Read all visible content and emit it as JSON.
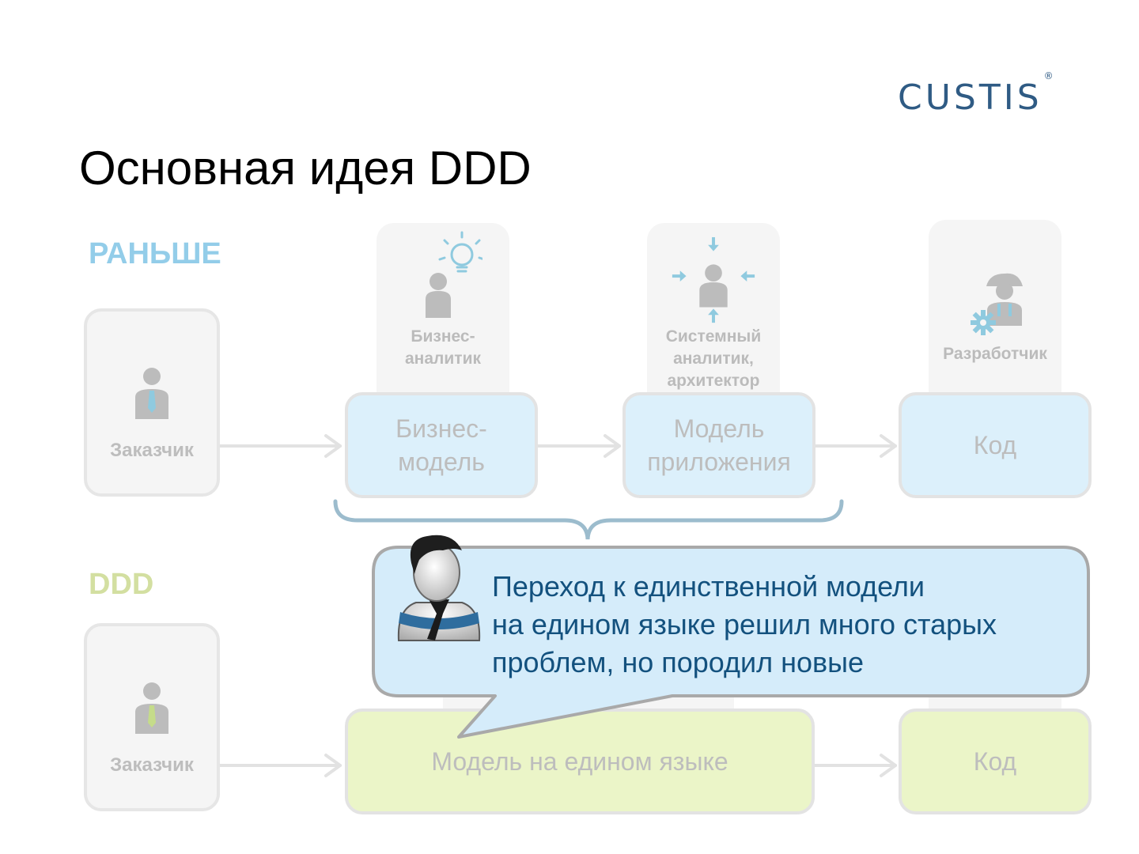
{
  "logo": {
    "text": "CUSTIS",
    "mark": "®"
  },
  "title": "Основная идея DDD",
  "before": {
    "label": "РАНЬШЕ",
    "client": "Заказчик",
    "roles": {
      "business_analyst": "Бизнес-\nаналитик",
      "system_analyst": "Системный\nаналитик,\nархитектор",
      "developer": "Разработчик"
    },
    "boxes": {
      "business_model": "Бизнес-\nмодель",
      "app_model": "Модель\nприложения",
      "code": "Код"
    }
  },
  "ddd": {
    "label": "DDD",
    "client": "Заказчик",
    "boxes": {
      "unified_model": "Модель на едином языке",
      "code": "Код"
    }
  },
  "callout": {
    "lines": [
      "Переход к единственной модели",
      "на едином языке решил много старых",
      "проблем, но породил новые"
    ]
  },
  "colors": {
    "accent_blue": "#93cde9",
    "accent_green": "#d3dfa1",
    "callout_text": "#13517e",
    "logo": "#2f5b84",
    "icon_teal": "#8fcadf"
  },
  "icons": {
    "client": "person-with-tie-icon",
    "business_analyst": "person-lightbulb-icon",
    "system_analyst": "person-arrows-icon",
    "developer": "developer-gear-icon",
    "callout_avatar": "speaker-avatar-icon"
  }
}
